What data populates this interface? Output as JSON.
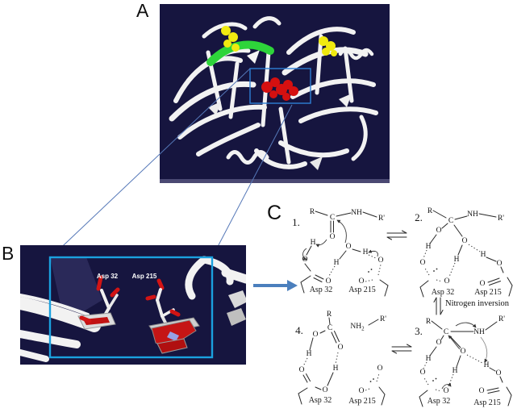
{
  "figure": {
    "panel_a_label": "A",
    "panel_b_label": "B",
    "panel_c_label": "C",
    "description_semantics": {
      "panel_a": "protein ribbon structure with highlighted catalytic residues",
      "panel_b": "zoomed active-site view",
      "panel_c": "four-step catalytic mechanism scheme"
    }
  },
  "panel_b": {
    "asp32_label": "Asp 32",
    "asp215_label": "Asp 215"
  },
  "mech": {
    "n1": "1.",
    "n2": "2.",
    "n3": "3.",
    "n4": "4.",
    "R": "R",
    "Rp": "R'",
    "C": "C",
    "NH": "NH",
    "NH2b": "NH",
    "NH2s": "2",
    "O": "O",
    "H": "H",
    "a32": "Asp 32",
    "a215": "Asp 215",
    "ninv": "Nitrogen inversion"
  },
  "colors": {
    "panel_bg": "#16153f",
    "highlight_green": "#2ed43a",
    "highlight_yellow": "#f0ea10",
    "highlight_red": "#d51010",
    "box_blue": "#2e7fd6",
    "rect_cyan": "#1ba1df",
    "callout_blue": "#5578b8",
    "arrow_blue": "#4b7fbd",
    "ribbon_white": "#f2f2f2",
    "red_arrow_strand": "#c51515",
    "lavender_strand": "#96a2e4"
  }
}
